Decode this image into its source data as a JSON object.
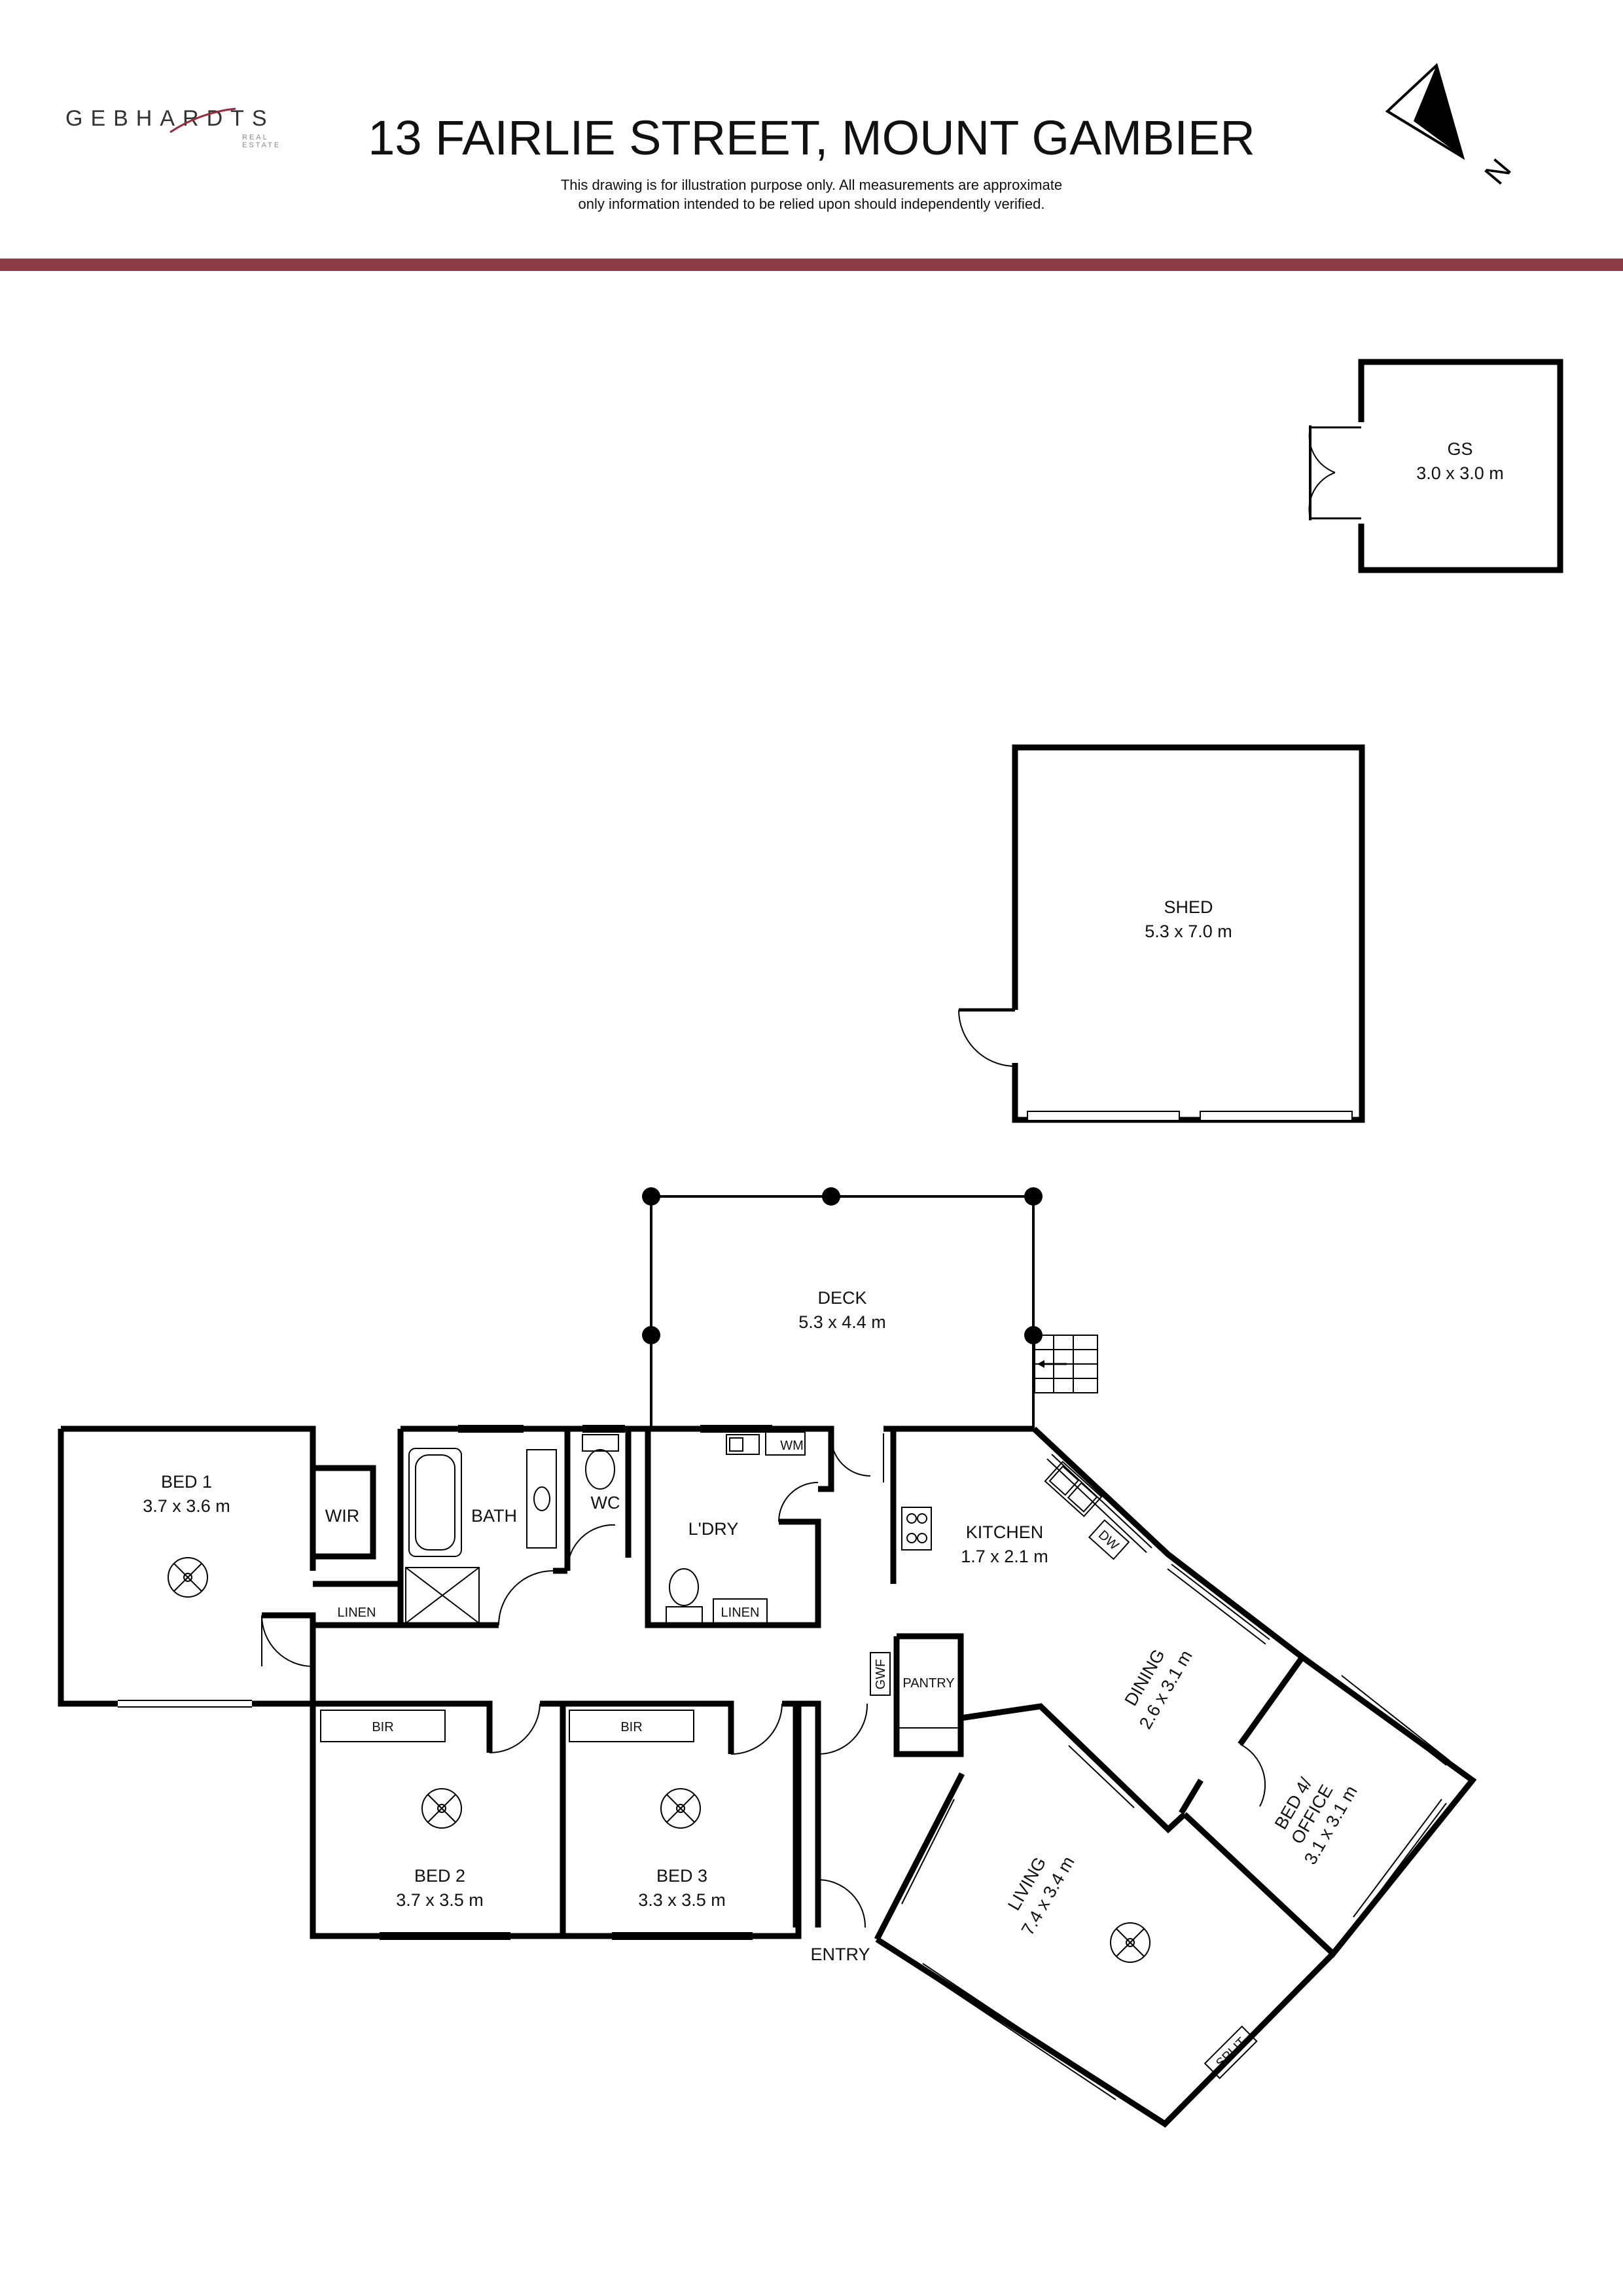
{
  "header": {
    "logo_text": "GEBHARDTS",
    "logo_subtext": "REAL ESTATE",
    "title": "13 FAIRLIE STREET, MOUNT GAMBIER",
    "disclaimer_line1": "This drawing is for illustration purpose only. All measurements are approximate",
    "disclaimer_line2": "only information intended to be relied upon should independently verified.",
    "compass_label": "N"
  },
  "colors": {
    "accent_band": "#8b3a46",
    "wall": "#000000",
    "text": "#111111"
  },
  "rooms": {
    "gs": {
      "name": "GS",
      "size": "3.0 x 3.0 m"
    },
    "shed": {
      "name": "SHED",
      "size": "5.3 x 7.0 m"
    },
    "deck": {
      "name": "DECK",
      "size": "5.3 x 4.4 m"
    },
    "bed1": {
      "name": "BED 1",
      "size": "3.7 x 3.6 m"
    },
    "wir": {
      "name": "WIR"
    },
    "bath": {
      "name": "BATH"
    },
    "wc": {
      "name": "WC"
    },
    "ldry": {
      "name": "L'DRY"
    },
    "kitchen": {
      "name": "KITCHEN",
      "size": "1.7 x 2.1 m"
    },
    "dining": {
      "name": "DINING",
      "size": "2.6 x 3.1 m"
    },
    "bed4": {
      "name_line1": "BED 4/",
      "name_line2": "OFFICE",
      "size": "3.1 x 3.1 m"
    },
    "living": {
      "name": "LIVING",
      "size": "7.4 x 3.4 m"
    },
    "bed2": {
      "name": "BED 2",
      "size": "3.7 x 3.5 m"
    },
    "bed3": {
      "name": "BED 3",
      "size": "3.3 x 3.5 m"
    },
    "entry": {
      "name": "ENTRY"
    },
    "pantry": {
      "name": "PANTRY"
    }
  },
  "fixtures": {
    "linen1": "LINEN",
    "linen2": "LINEN",
    "wm": "WM",
    "dw": "DW",
    "gwf": "GWF",
    "bir1": "BIR",
    "bir2": "BIR",
    "split": "SPLIT"
  }
}
